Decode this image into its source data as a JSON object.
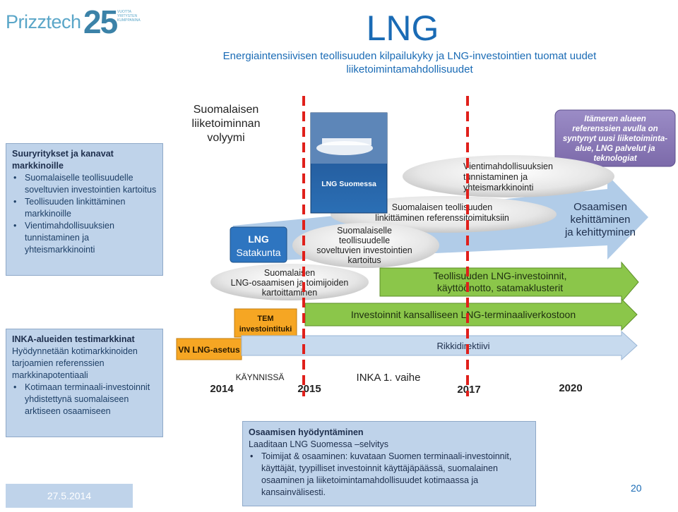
{
  "header": {
    "title": "LNG",
    "subtitle": "Energiaintensiivisen teollisuuden kilpailukyky ja LNG-investointien tuomat uudet liiketoimintamahdollisuudet"
  },
  "logo": {
    "text": "Prizztech",
    "number": "25",
    "small_text": "VUOTTA YRITYSTEN KUMPPANINA"
  },
  "side_box_1": {
    "heading": "Suuryritykset ja kanavat markkinoille",
    "items": [
      "Suomalaiselle teollisuudelle soveltuvien investointien kartoitus",
      "Teollisuuden linkittäminen markkinoille",
      "Vientimahdollisuuksien tunnistaminen ja yhteismarkkinointi"
    ]
  },
  "side_box_2": {
    "heading": "INKA-alueiden testimarkkinat",
    "body": "Hyödynnetään kotimarkkinoiden tarjoamien referenssien markkinapotentiaali",
    "items": [
      "Kotimaan terminaali-investoinnit yhdistettynä suomalaiseen arktiseen osaamiseen"
    ]
  },
  "date": "27.5.2014",
  "page_number": "20",
  "diagram": {
    "y_axis_label": [
      "Suomalaisen",
      "liiketoiminnan",
      "volyymi"
    ],
    "purple_box": [
      "Itämeren alueen",
      "referenssien avulla on",
      "syntynyt uusi liiketoiminta-",
      "alue, LNG palvelut ja",
      "teknologiat"
    ],
    "ellipse_export": [
      "Vientimahdollisuuksien",
      "tunnistaminen ja",
      "yhteismarkkinointi"
    ],
    "ellipse_link": [
      "Suomalaisen teollisuuden",
      "linkittäminen referenssitoimituksiin"
    ],
    "ellipse_investments": [
      "Suomalaiselle",
      "teollisuudelle",
      "soveltuvien investointien",
      "kartoitus"
    ],
    "ellipse_mapping": [
      "Suomalaisen",
      "LNG-osaamisen ja toimijoiden",
      "kartoittaminen"
    ],
    "arrow_competence": [
      "Osaamisen",
      "kehittäminen",
      "ja kehittyminen"
    ],
    "lng_box": [
      "LNG",
      "Satakunta"
    ],
    "book_title": "LNG Suomessa",
    "green_bar": [
      "Teollisuuden LNG-investoinnit,",
      "käyttöönotto, satamaklusterit"
    ],
    "green_bar_2": "Investoinnit kansalliseen LNG-terminaaliverkostoon",
    "tem_box": [
      "TEM",
      "investointituki"
    ],
    "vn_box": "VN LNG-asetus",
    "sulphur_label": "Rikkidirektiivi",
    "running_label": "KÄYNNISSÄ",
    "inka_label": "INKA 1. vaihe",
    "years": [
      "2014",
      "2015",
      "2017",
      "2020"
    ]
  },
  "bottom_box": {
    "heading": "Osaamisen hyödyntäminen",
    "line1": "Laaditaan LNG Suomessa –selvitys",
    "items": [
      "Toimijat & osaaminen: kuvataan Suomen terminaali-investoinnit, käyttäjät, tyypilliset investoinnit käyttäjäpäässä, suomalainen osaaminen ja liiketoimintamahdollisuudet kotimaassa ja kansainvälisesti."
    ]
  },
  "colors": {
    "brand_blue": "#1a6bb5",
    "box_blue": "#bfd3ea",
    "arrow_blue": "#a9c7e6",
    "green": "#8bc64a",
    "orange": "#f6a623",
    "purple": "#8a7ab6",
    "red_dash": "#e0201b"
  }
}
